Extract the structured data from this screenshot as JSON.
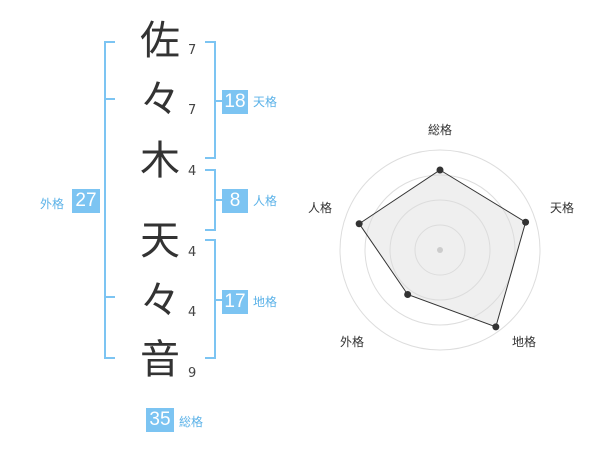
{
  "name": {
    "characters": [
      {
        "char": "佐",
        "strokes": "7"
      },
      {
        "char": "々",
        "strokes": "7"
      },
      {
        "char": "木",
        "strokes": "4"
      },
      {
        "char": "天",
        "strokes": "4"
      },
      {
        "char": "々",
        "strokes": "4"
      },
      {
        "char": "音",
        "strokes": "9"
      }
    ]
  },
  "fortunes": {
    "tenkaku": {
      "label": "天格",
      "value": "18"
    },
    "jinkaku": {
      "label": "人格",
      "value": "8"
    },
    "chikaku": {
      "label": "地格",
      "value": "17"
    },
    "gaikaku": {
      "label": "外格",
      "value": "27"
    },
    "soukaku": {
      "label": "総格",
      "value": "35"
    }
  },
  "colors": {
    "accent": "#7cc4f2",
    "label": "#5bb2e8",
    "radar_fill": "#f0f0f0",
    "radar_ring": "#dddddd"
  },
  "chart_data": {
    "type": "radar",
    "axes": [
      "総格",
      "天格",
      "地格",
      "外格",
      "人格"
    ],
    "values": [
      0.8,
      0.9,
      0.95,
      0.55,
      0.85
    ],
    "rings": 4
  }
}
